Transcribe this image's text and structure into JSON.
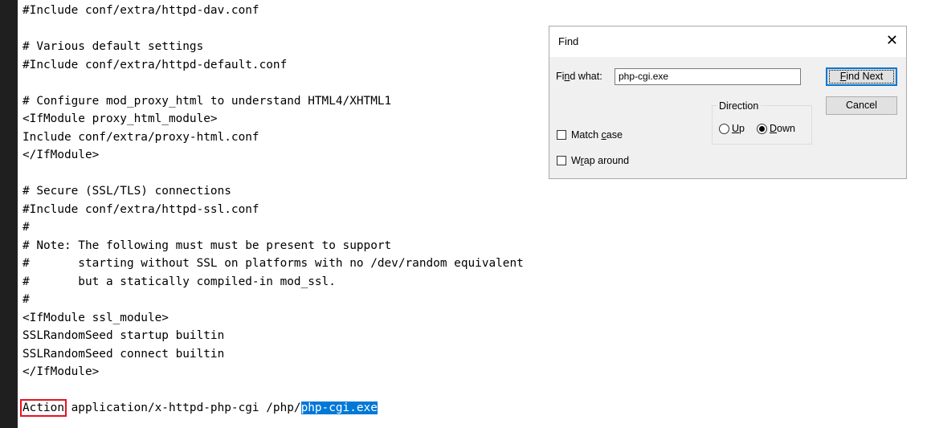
{
  "editor": {
    "lines": [
      "#Include conf/extra/httpd-dav.conf",
      "",
      "# Various default settings",
      "#Include conf/extra/httpd-default.conf",
      "",
      "# Configure mod_proxy_html to understand HTML4/XHTML1",
      "<IfModule proxy_html_module>",
      "Include conf/extra/proxy-html.conf",
      "</IfModule>",
      "",
      "# Secure (SSL/TLS) connections",
      "#Include conf/extra/httpd-ssl.conf",
      "#",
      "# Note: The following must must be present to support",
      "#       starting without SSL on platforms with no /dev/random equivalent",
      "#       but a statically compiled-in mod_ssl.",
      "#",
      "<IfModule ssl_module>",
      "SSLRandomSeed startup builtin",
      "SSLRandomSeed connect builtin",
      "</IfModule>",
      ""
    ],
    "last_line": {
      "keyword": "Action",
      "middle": " application/x-httpd-php-cgi /php/",
      "highlighted": "php-cgi.exe"
    },
    "highlight_color": "#0078d7",
    "annotation_color": "#e81123"
  },
  "find_dialog": {
    "title": "Find",
    "close_icon": "close-icon",
    "find_what_label": {
      "pre": "Fi",
      "mnemonic": "n",
      "post": "d what:"
    },
    "find_what_value": "php-cgi.exe",
    "find_next_label": {
      "pre": "",
      "mnemonic": "F",
      "post": "ind Next"
    },
    "cancel_label": "Cancel",
    "direction_label": "Direction",
    "up_label": {
      "pre": "",
      "mnemonic": "U",
      "post": "p"
    },
    "down_label": {
      "pre": "",
      "mnemonic": "D",
      "post": "own"
    },
    "direction_selected": "down",
    "match_case_label": {
      "pre": "Match ",
      "mnemonic": "c",
      "post": "ase"
    },
    "wrap_around_label": {
      "pre": "W",
      "mnemonic": "r",
      "post": "ap around"
    }
  }
}
